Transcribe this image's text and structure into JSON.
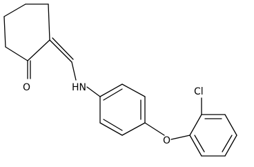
{
  "molecule": {
    "atoms": {
      "oxygen_ketone": "O",
      "nitrogen_amine": "HN",
      "oxygen_ether": "O",
      "chlorine": "Cl"
    }
  }
}
